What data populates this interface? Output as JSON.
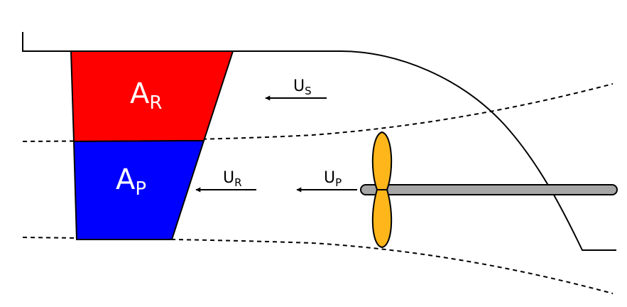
{
  "colors": {
    "rudder_upper": "#ff0000",
    "rudder_lower": "#0000ff",
    "propeller": "#ffb61a",
    "shaft": "#a6a6a6",
    "line": "#000000",
    "label_on_fill": "#ffffff",
    "label_on_bg": "#000000"
  },
  "labels": {
    "area_rudder": {
      "main": "A",
      "sub": "R"
    },
    "area_propeller": {
      "main": "A",
      "sub": "P"
    },
    "velocity_ship": {
      "main": "U",
      "sub": "S"
    },
    "velocity_rudder": {
      "main": "U",
      "sub": "R"
    },
    "velocity_propeller": {
      "main": "U",
      "sub": "P"
    }
  }
}
